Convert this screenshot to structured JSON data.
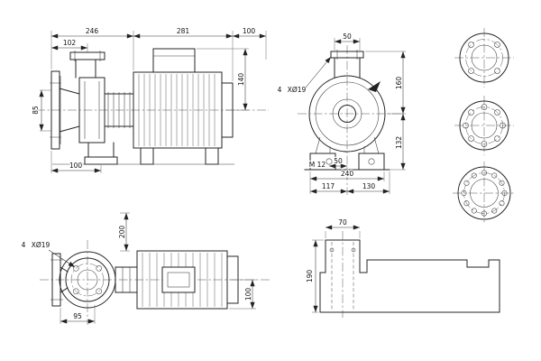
{
  "views": {
    "side": {
      "dim_overall_pump": "246",
      "dim_overall_motor": "281",
      "dim_overhang": "100",
      "dim_flange_to_port": "102",
      "dim_suction_half": "85",
      "dim_foot": "100",
      "dim_height": "140"
    },
    "end": {
      "dim_port": "50",
      "note_count": "4",
      "note_holes": "XØ19",
      "dim_top_height": "160",
      "dim_base_height": "132",
      "note_thread": "M 12",
      "dim_hole_offset": "50",
      "dim_base_width": "240",
      "dim_foot_left": "117",
      "dim_foot_right": "130"
    },
    "plan": {
      "dim_height": "200",
      "note_count": "4",
      "note_holes": "XØ19",
      "dim_half_width": "100",
      "dim_flange_offset": "95",
      "flange_bolt_holes": 4
    },
    "base": {
      "dim_width": "70",
      "dim_height": "190"
    },
    "flanges": [
      {
        "bolt_holes": 4
      },
      {
        "bolt_holes": 8
      },
      {
        "bolt_holes": 12
      }
    ]
  }
}
